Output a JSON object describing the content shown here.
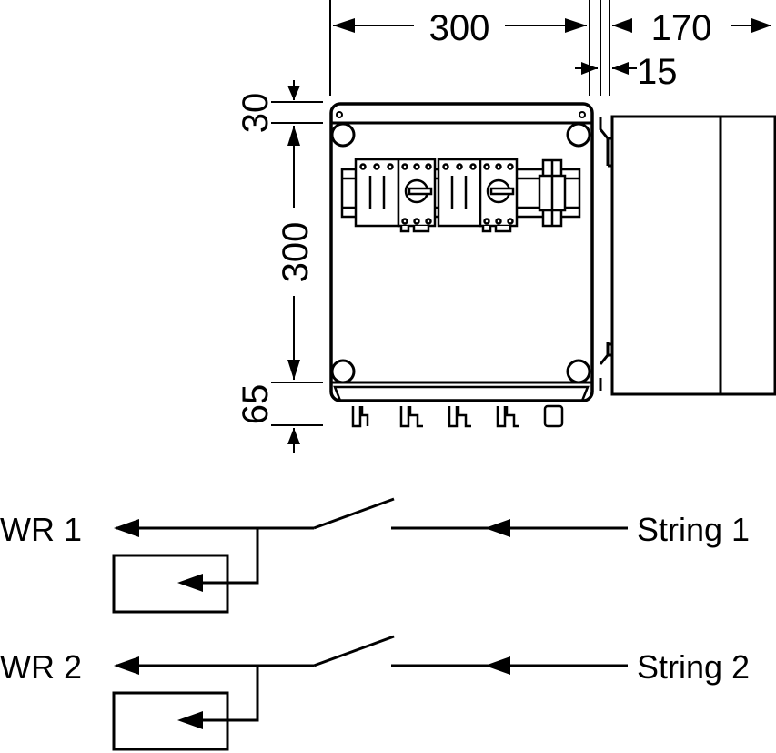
{
  "dimensions": {
    "width": "300",
    "depth": "170",
    "gap": "15",
    "top_margin": "30",
    "height": "300",
    "bottom_margin": "65"
  },
  "schematic": {
    "circuit_1": {
      "output": "WR 1",
      "input": "String 1"
    },
    "circuit_2": {
      "output": "WR 2",
      "input": "String 2"
    }
  },
  "colors": {
    "line": "#000000",
    "background": "#ffffff"
  }
}
